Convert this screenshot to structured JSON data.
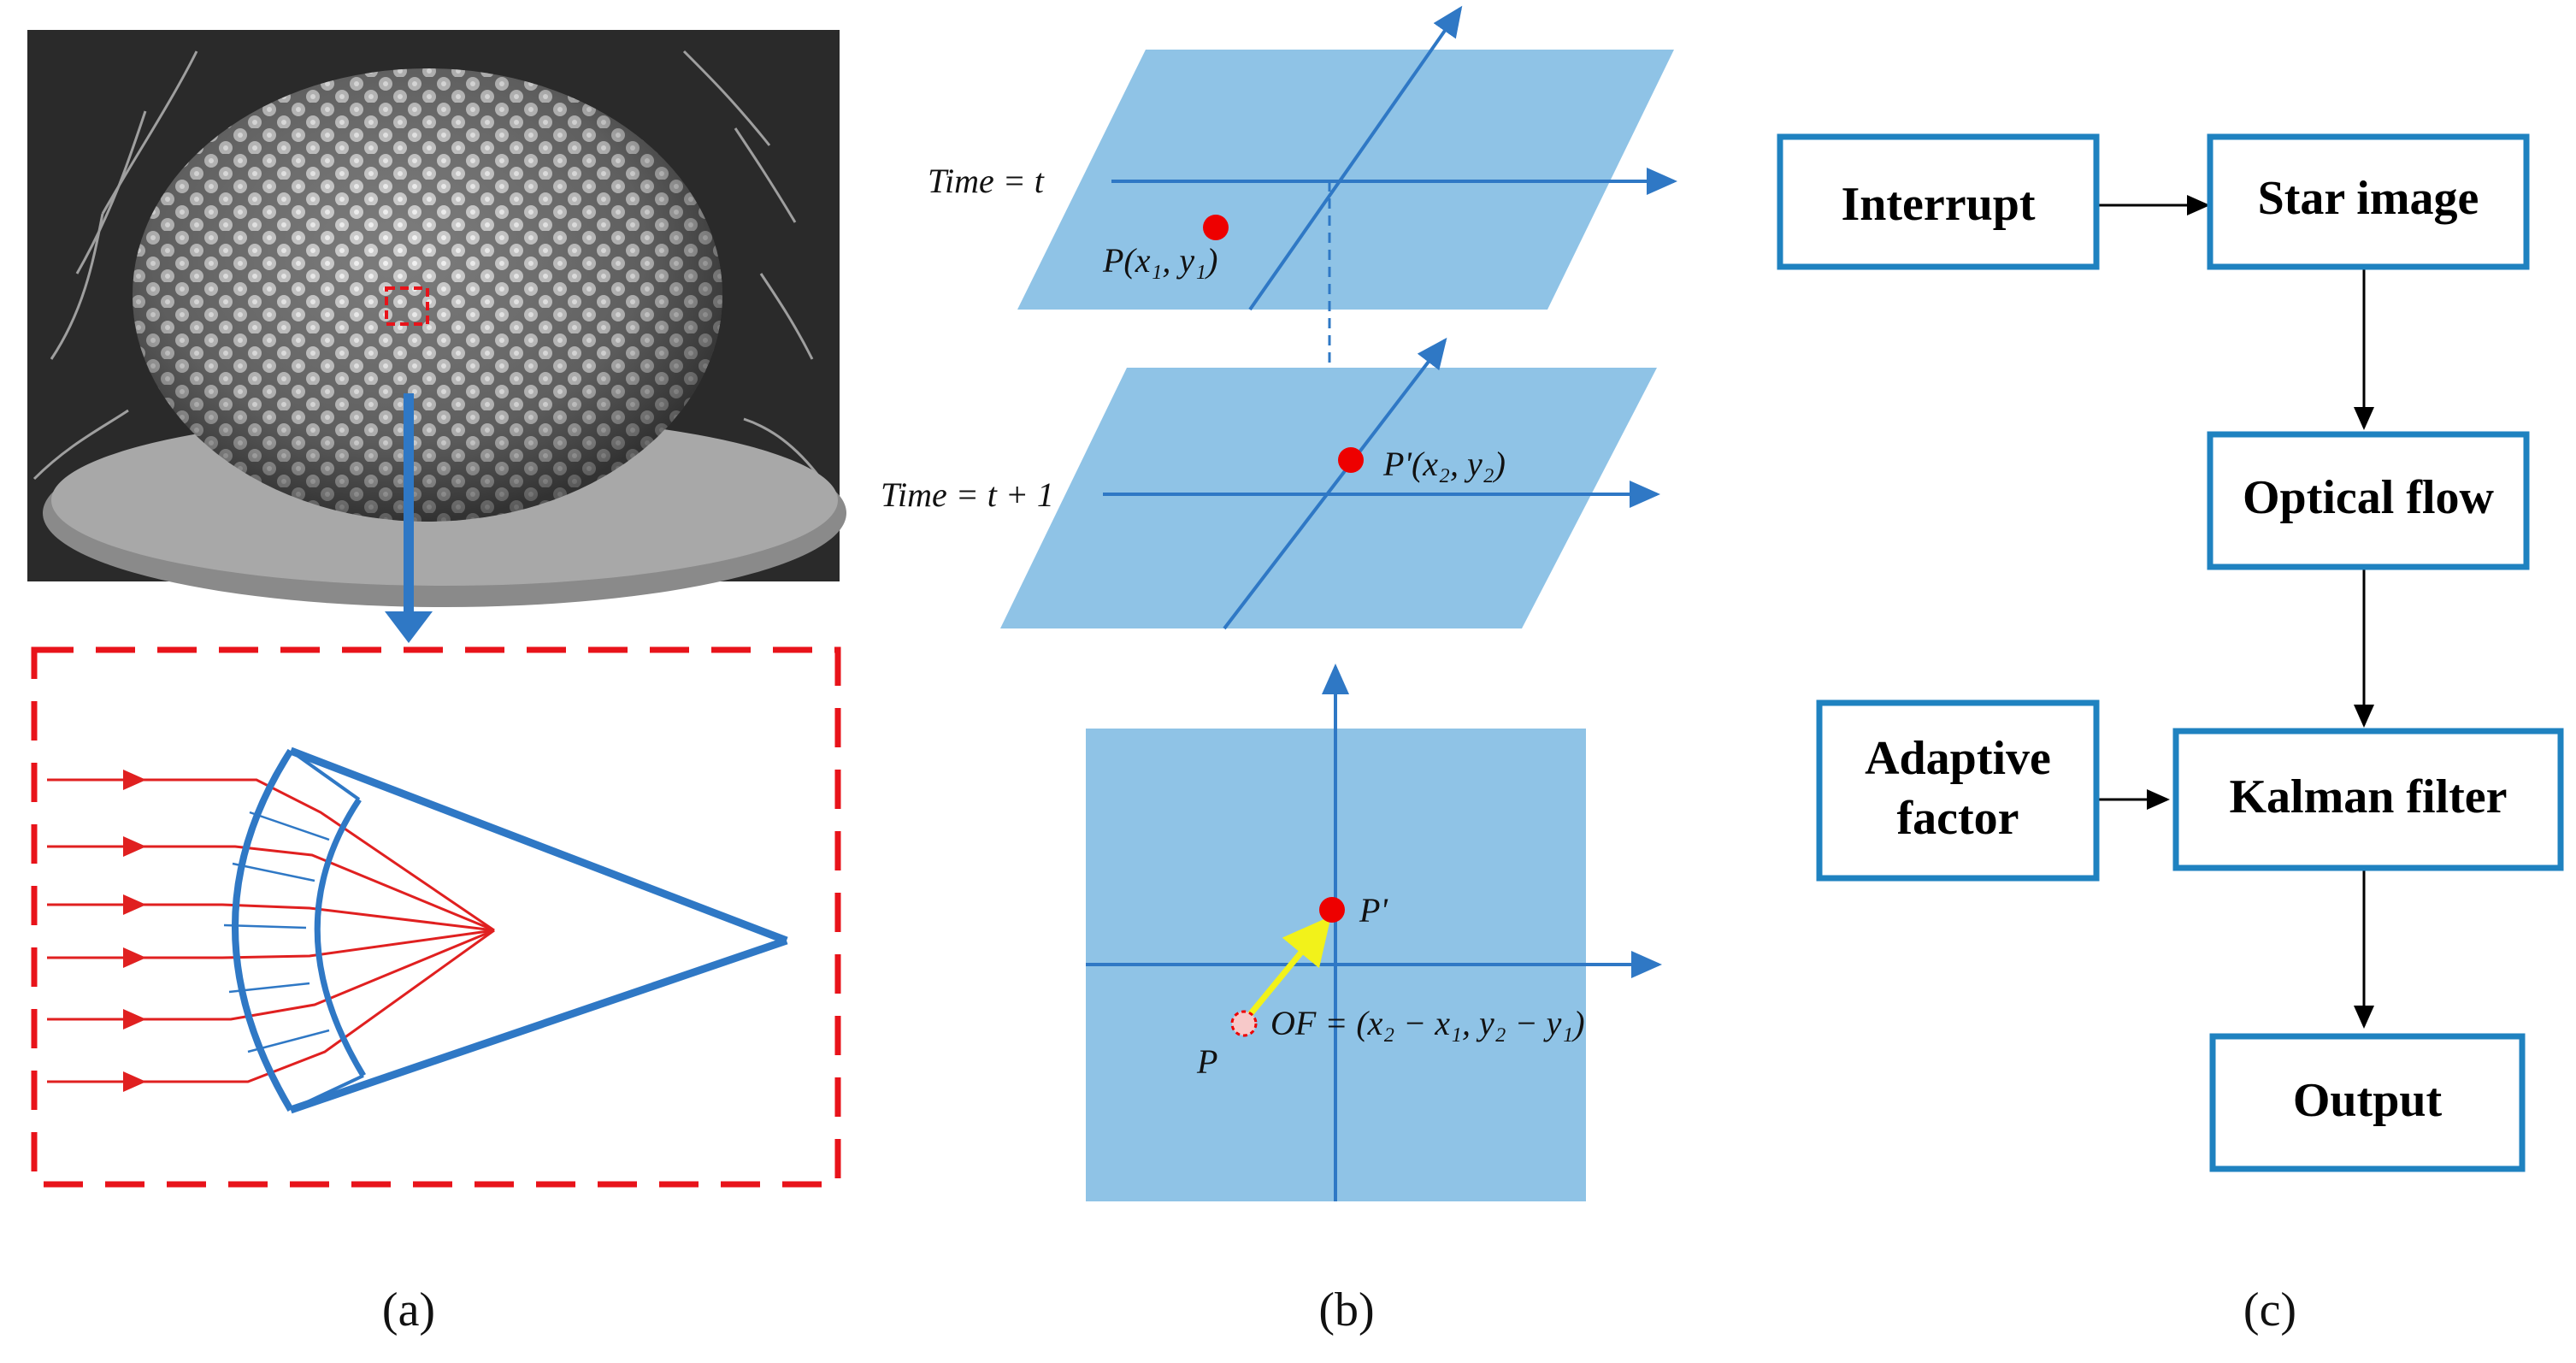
{
  "panels": {
    "a": {
      "caption": "(a)"
    },
    "b": {
      "caption": "(b)",
      "plane1_label": "Time = t",
      "point1_label": "P(x₁, y₁)",
      "plane2_label": "Time = t + 1",
      "point2_label": "P'(x₂, y₂)",
      "point_p_label": "P",
      "point_pprime_label": "P'",
      "flow_label": "OF = (x₂ − x₁, y₂ − y₁)"
    },
    "c": {
      "caption": "(c)",
      "boxes": {
        "interrupt": "Interrupt",
        "star_image": "Star image",
        "optical_flow": "Optical flow",
        "adaptive_factor_line1": "Adaptive",
        "adaptive_factor_line2": "factor",
        "kalman_filter": "Kalman filter",
        "output": "Output"
      }
    }
  },
  "colors": {
    "plane_fill": "#8fc3e6",
    "axis_blue": "#2f78c5",
    "box_border": "#1f82c0",
    "ray_red": "#e02020",
    "dashed_red": "#e8131a",
    "point_red": "#ee0000",
    "flow_vector": "#f2f21a",
    "photo_bg": "#2a2a2a"
  }
}
